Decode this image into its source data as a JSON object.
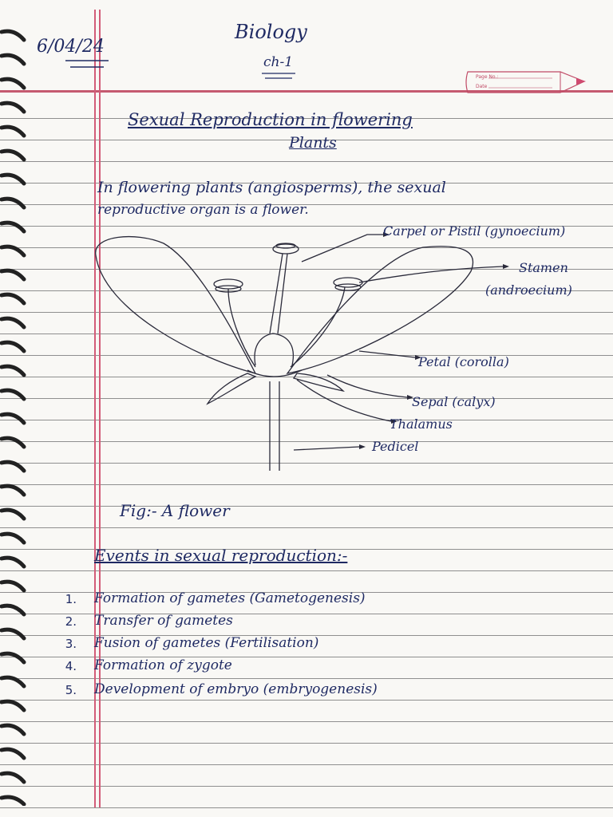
{
  "header": {
    "date": "6/04/24",
    "subject": "Biology",
    "chapter": "ch-1",
    "page_no_label": "Page No.:",
    "date_label": "Date"
  },
  "title": {
    "line1": "Sexual Reproduction in flowering",
    "line2": "Plants"
  },
  "intro": {
    "line1": "In flowering plants (angiosperms), the sexual",
    "line2": "reproductive organ is a flower."
  },
  "diagram": {
    "labels": {
      "carpel": "Carpel or Pistil (gynoecium)",
      "stamen": "Stamen",
      "androecium": "(androecium)",
      "petal": "Petal (corolla)",
      "sepal": "Sepal (calyx)",
      "thalamus": "Thalamus",
      "pedicel": "Pedicel"
    },
    "caption": "Fig:- A flower"
  },
  "events": {
    "heading": "Events in sexual reproduction:-",
    "items": [
      {
        "num": "1.",
        "text": "Formation of gametes (Gametogenesis)"
      },
      {
        "num": "2.",
        "text": "Transfer of gametes"
      },
      {
        "num": "3.",
        "text": "Fusion of gametes (Fertilisation)"
      },
      {
        "num": "4.",
        "text": "Formation of zygote"
      },
      {
        "num": "5.",
        "text": "Development of embryo (embryogenesis)"
      }
    ]
  },
  "colors": {
    "ink": "#1f2a63",
    "margin": "#d25c78",
    "rule": "#8f8f8f"
  }
}
